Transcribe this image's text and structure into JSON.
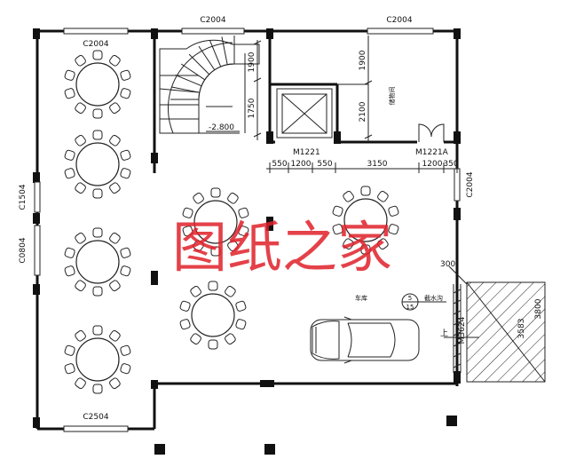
{
  "windows": {
    "top_stair": "C2004",
    "top_right": "C2004",
    "top_left": "C2004",
    "right_side": "C2004",
    "left_upper": "C1504",
    "left_lower": "C0804",
    "bottom": "C2504",
    "garage_side": "M3624"
  },
  "doors": {
    "lift": "M1221",
    "storage": "M1221A"
  },
  "levels": {
    "stair_level": "-2.800"
  },
  "dims": {
    "v_1900a": "1900",
    "v_1750": "1750",
    "v_1900b": "1900",
    "v_2100": "2100",
    "h_550a": "550",
    "h_1200a": "1200",
    "h_550b": "550",
    "h_3150": "3150",
    "h_1200b": "1200",
    "h_350": "350",
    "right_300": "300",
    "ramp_3583": "3583",
    "ramp_3800": "3800"
  },
  "rooms": {
    "storage": "储物间",
    "garage": "车库",
    "drain": "截水沟",
    "up_arrow": "上"
  },
  "section_mark": {
    "top": "5",
    "bottom": "15"
  },
  "watermark": "图纸之家",
  "colors": {
    "line": "#111111",
    "watermark": "#e0202a"
  },
  "tables": [
    {
      "id": "left-1",
      "seats": 10
    },
    {
      "id": "left-2",
      "seats": 10
    },
    {
      "id": "left-3",
      "seats": 10
    },
    {
      "id": "left-4",
      "seats": 10
    },
    {
      "id": "center-1",
      "seats": 10
    },
    {
      "id": "center-2",
      "seats": 10
    },
    {
      "id": "right-1",
      "seats": 10
    }
  ]
}
